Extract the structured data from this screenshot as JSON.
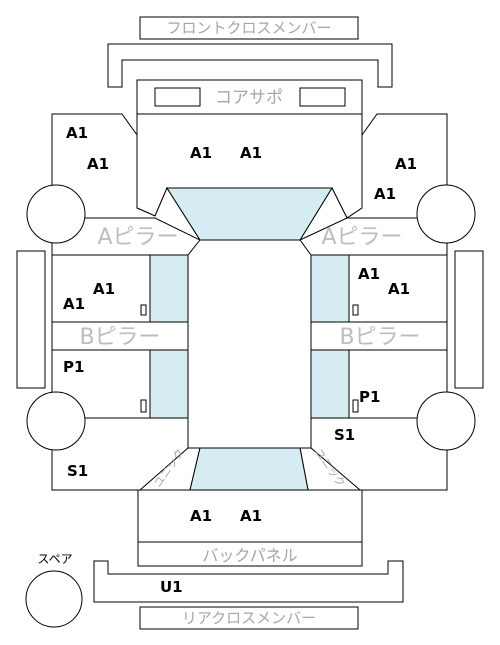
{
  "labels": {
    "front_cross_member": "フロントクロスメンバー",
    "core_support": "コアサポ",
    "a_pillar": "Aピラー",
    "b_pillar": "Bピラー",
    "back_panel": "バックパネル",
    "rear_cross_member": "リアクロスメンバー",
    "spare": "スペア",
    "uniq": "ユニック"
  },
  "codes": {
    "a1": "A1",
    "p1": "P1",
    "s1": "S1",
    "u1": "U1"
  },
  "colors": {
    "glass": "#d6ecf3",
    "line": "#000000",
    "label_gray": "#a6a6a6"
  }
}
